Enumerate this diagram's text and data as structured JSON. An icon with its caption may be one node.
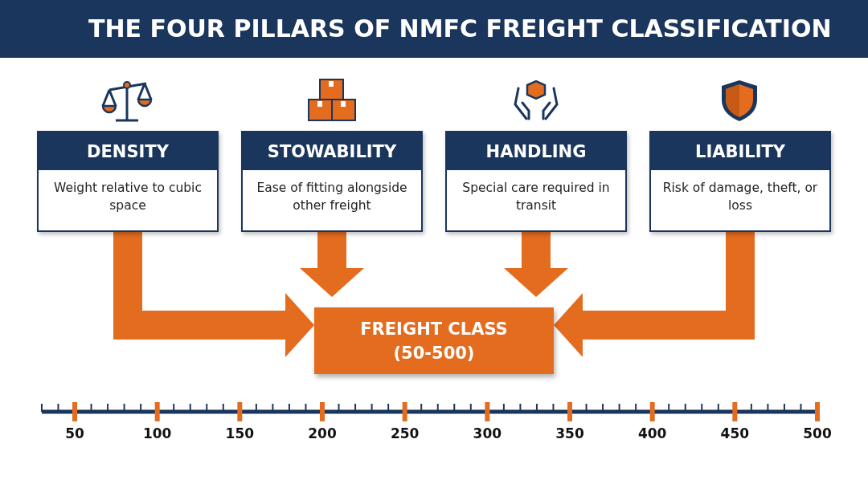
{
  "diagram": {
    "title": "THE FOUR PILLARS OF NMFC FREIGHT CLASSIFICATION",
    "nodes": [
      {
        "text": [
          "DENSITY",
          "Weight relative to cubic space"
        ]
      },
      {
        "text": [
          "STOWABILITY",
          "Ease of fitting alongside other freight"
        ]
      },
      {
        "text": [
          "HANDLING",
          "Special care required in transit"
        ]
      },
      {
        "text": [
          "LIABILITY",
          "Risk of damage, theft, or loss"
        ]
      },
      {
        "text": [
          "FREIGHT CLASS (50-500)"
        ]
      }
    ],
    "edges": [
      {
        "from": 0,
        "to": 4,
        "arrow": "to"
      },
      {
        "from": 1,
        "to": 4,
        "arrow": "to"
      },
      {
        "from": 2,
        "to": 4,
        "arrow": "to"
      },
      {
        "from": 3,
        "to": 4,
        "arrow": "to"
      }
    ],
    "labels": [
      "50",
      "100",
      "150",
      "200",
      "250",
      "300",
      "350",
      "400",
      "450",
      "500"
    ]
  }
}
